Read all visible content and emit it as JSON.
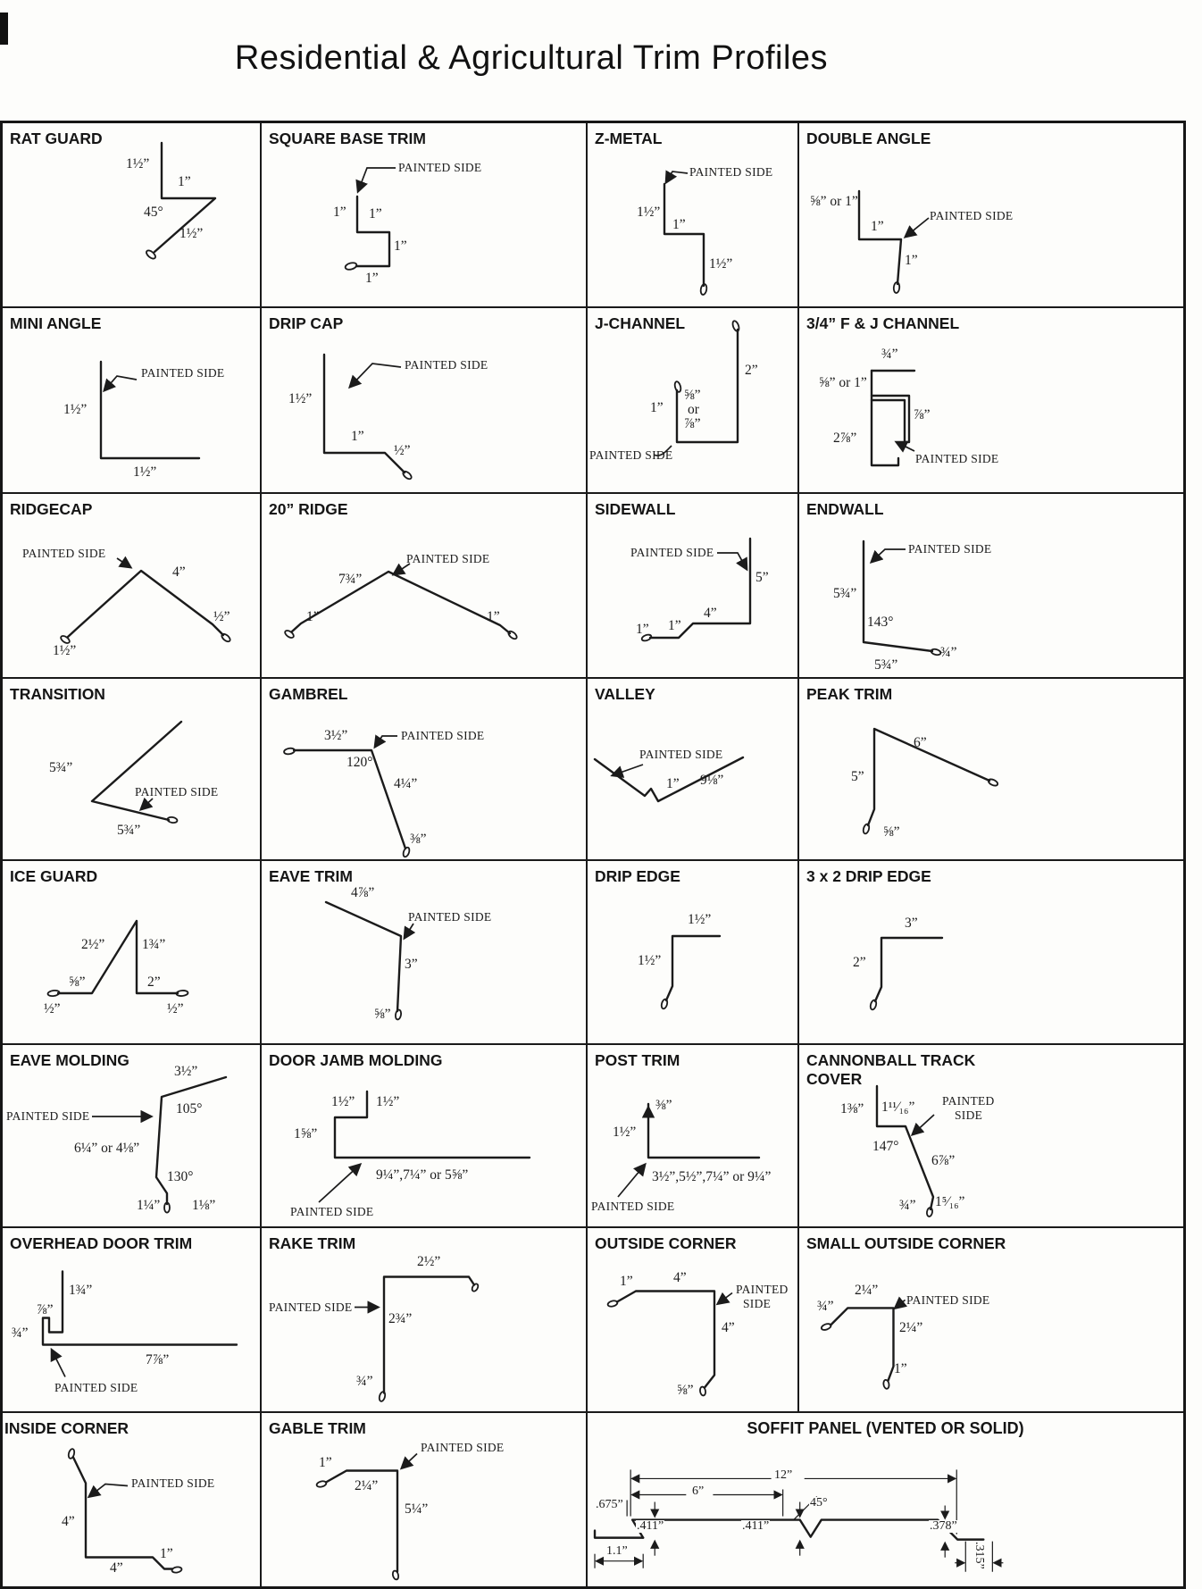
{
  "page": {
    "title": "Residential & Agricultural Trim Profiles"
  },
  "cells": {
    "rat_guard": {
      "title": "RAT GUARD",
      "a": "1½”",
      "b": "1”",
      "c": "45°",
      "d": "1½”"
    },
    "square_base_trim": {
      "title": "SQUARE BASE TRIM",
      "ps": "PAINTED SIDE",
      "a": "1”",
      "b": "1”",
      "c": "1”",
      "d": "1”"
    },
    "z_metal": {
      "title": "Z-METAL",
      "ps": "PAINTED SIDE",
      "a": "1½”",
      "b": "1”",
      "c": "1½”"
    },
    "double_angle": {
      "title": "DOUBLE ANGLE",
      "a": "⅝” or 1”",
      "b": "1”",
      "ps": "PAINTED SIDE",
      "c": "1”"
    },
    "mini_angle": {
      "title": "MINI ANGLE",
      "ps": "PAINTED SIDE",
      "a": "1½”",
      "b": "1½”"
    },
    "drip_cap": {
      "title": "DRIP CAP",
      "ps": "PAINTED SIDE",
      "a": "1½”",
      "b": "1”",
      "c": "½”"
    },
    "j_channel": {
      "title": "J-CHANNEL",
      "a": "2”",
      "b": "1”",
      "c": "⅝”",
      "d": "or",
      "e": "⅞”",
      "ps": "PAINTED SIDE"
    },
    "fj_channel": {
      "title": "3/4” F & J CHANNEL",
      "a": "¾”",
      "b": "⅝” or 1”",
      "c": "⅞”",
      "d": "2⅞”",
      "ps": "PAINTED SIDE"
    },
    "ridgecap": {
      "title": "RIDGECAP",
      "ps": "PAINTED SIDE",
      "a": "4”",
      "b": "½”",
      "c": "1½”"
    },
    "ridge20": {
      "title": "20” RIDGE",
      "a": "7¾”",
      "ps": "PAINTED SIDE",
      "b": "1”",
      "c": "1”"
    },
    "sidewall": {
      "title": "SIDEWALL",
      "ps": "PAINTED SIDE",
      "a": "5”",
      "b": "4”",
      "c": "1”",
      "d": "1”"
    },
    "endwall": {
      "title": "ENDWALL",
      "ps": "PAINTED SIDE",
      "a": "5¾”",
      "b": "143°",
      "c": "5¾”",
      "d": "¾”"
    },
    "transition": {
      "title": "TRANSITION",
      "a": "5¾”",
      "ps": "PAINTED SIDE",
      "b": "5¾”"
    },
    "gambrel": {
      "title": "GAMBREL",
      "a": "3½”",
      "b": "120°",
      "ps": "PAINTED SIDE",
      "c": "4¼”",
      "d": "⅜”"
    },
    "valley": {
      "title": "VALLEY",
      "ps": "PAINTED SIDE",
      "a": "1”",
      "b": "9⅛”"
    },
    "peak_trim": {
      "title": "PEAK TRIM",
      "a": "6”",
      "b": "5”",
      "c": "⅝”"
    },
    "ice_guard": {
      "title": "ICE GUARD",
      "a": "2½”",
      "b": "1¾”",
      "c": "⅝”",
      "d": "2”",
      "e": "½”",
      "f": "½”"
    },
    "eave_trim": {
      "title": "EAVE TRIM",
      "a": "4⅞”",
      "ps": "PAINTED SIDE",
      "b": "3”",
      "c": "⅝”"
    },
    "drip_edge": {
      "title": "DRIP EDGE",
      "a": "1½”",
      "b": "1½”"
    },
    "drip_edge_3x2": {
      "title": "3 x 2  DRIP EDGE",
      "a": "3”",
      "b": "2”"
    },
    "eave_molding": {
      "title": "EAVE MOLDING",
      "a": "3½”",
      "ps": "PAINTED SIDE",
      "b": "105°",
      "c": "6¼” or 4⅛”",
      "d": "130°",
      "e": "1¼”",
      "f": "1⅛”"
    },
    "door_jamb": {
      "title": "DOOR JAMB MOLDING",
      "a": "1½”",
      "b": "1½”",
      "c": "1⅝”",
      "d": "9¼”,7¼” or 5⅝”",
      "ps": "PAINTED SIDE"
    },
    "post_trim": {
      "title": "POST TRIM",
      "a": "⅜”",
      "b": "1½”",
      "c": "3½”,5½”,7¼” or 9¼”",
      "ps": "PAINTED SIDE"
    },
    "cannonball": {
      "title": "CANNONBALL TRACK COVER",
      "a": "1⅜”",
      "b": "1¹¹⁄₁₆”",
      "ps1": "PAINTED",
      "ps2": "SIDE",
      "c": "147°",
      "d": "6⅞”",
      "e": "¾”",
      "f": "1⁵⁄₁₆”"
    },
    "overhead_door": {
      "title": "OVERHEAD DOOR TRIM",
      "a": "1¾”",
      "b": "⅞”",
      "c": "¾”",
      "d": "7⅞”",
      "ps": "PAINTED SIDE"
    },
    "rake_trim": {
      "title": "RAKE TRIM",
      "a": "2½”",
      "ps": "PAINTED SIDE",
      "b": "2¾”",
      "c": "¾”"
    },
    "outside_corner": {
      "title": "OUTSIDE CORNER",
      "a": "1”",
      "b": "4”",
      "ps1": "PAINTED",
      "ps2": "SIDE",
      "c": "4”",
      "d": "⅝”"
    },
    "small_outside_corner": {
      "title": "SMALL OUTSIDE CORNER",
      "a": "¾”",
      "b": "2¼”",
      "ps": "PAINTED SIDE",
      "c": "2¼”",
      "d": "1”"
    },
    "inside_corner": {
      "title": "INSIDE CORNER",
      "ps": "PAINTED SIDE",
      "a": "4”",
      "b": "4”",
      "c": "1”"
    },
    "gable_trim": {
      "title": "GABLE TRIM",
      "a": "1”",
      "b": "2¼”",
      "ps": "PAINTED SIDE",
      "c": "5¼”"
    },
    "soffit": {
      "title": "SOFFIT PANEL (VENTED OR SOLID)",
      "d12": "12”",
      "d6": "6”",
      "a": ".675”",
      "b": ".411”",
      "c": ".411”",
      "e": "45°",
      "f": ".378”",
      "g": ".315”",
      "h": "1.1”"
    }
  }
}
